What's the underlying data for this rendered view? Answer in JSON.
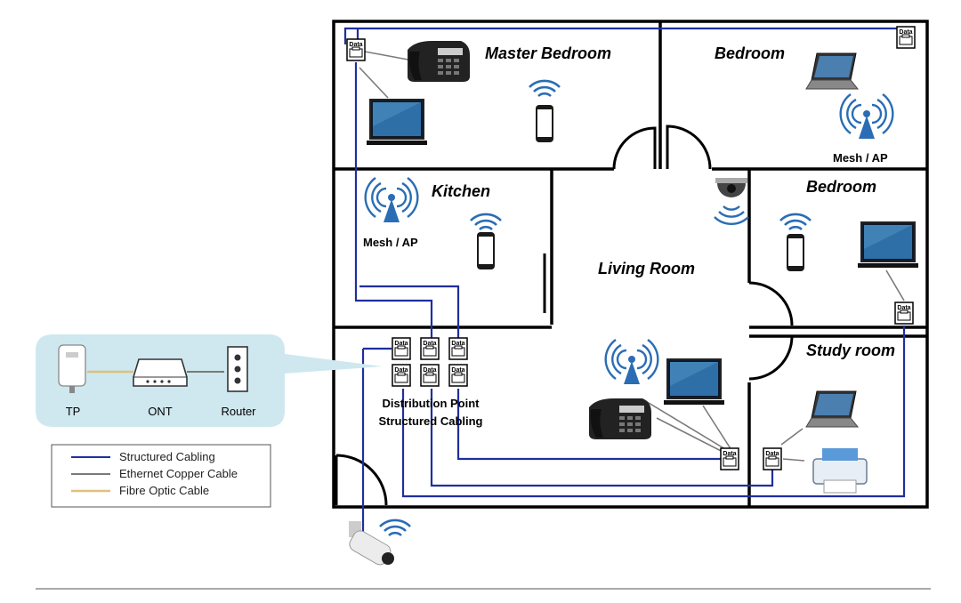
{
  "rooms": {
    "master_bedroom": "Master Bedroom",
    "bedroom_top": "Bedroom",
    "kitchen": "Kitchen",
    "bedroom_right": "Bedroom",
    "living_room": "Living Room",
    "study_room": "Study room"
  },
  "devices": {
    "mesh_ap_kitchen": "Mesh / AP",
    "mesh_ap_bedroom": "Mesh / AP",
    "data_jack": "Data"
  },
  "distribution": {
    "line1": "Distribution Point",
    "line2": "Structured Cabling"
  },
  "callout": {
    "tp": "TP",
    "ont": "ONT",
    "router": "Router"
  },
  "legend": {
    "items": [
      {
        "label": "Structured Cabling",
        "color": "#1f2f9e"
      },
      {
        "label": "Ethernet Copper Cable",
        "color": "#7a7a7a"
      },
      {
        "label": "Fibre Optic Cable",
        "color": "#e0c07a"
      }
    ]
  },
  "colors": {
    "structured": "#1f2f9e",
    "copper": "#7a7a7a",
    "fibre": "#e0c07a",
    "wifi": "#2a6db5",
    "callout_bg": "#cfe8ef",
    "wall": "#000000"
  }
}
